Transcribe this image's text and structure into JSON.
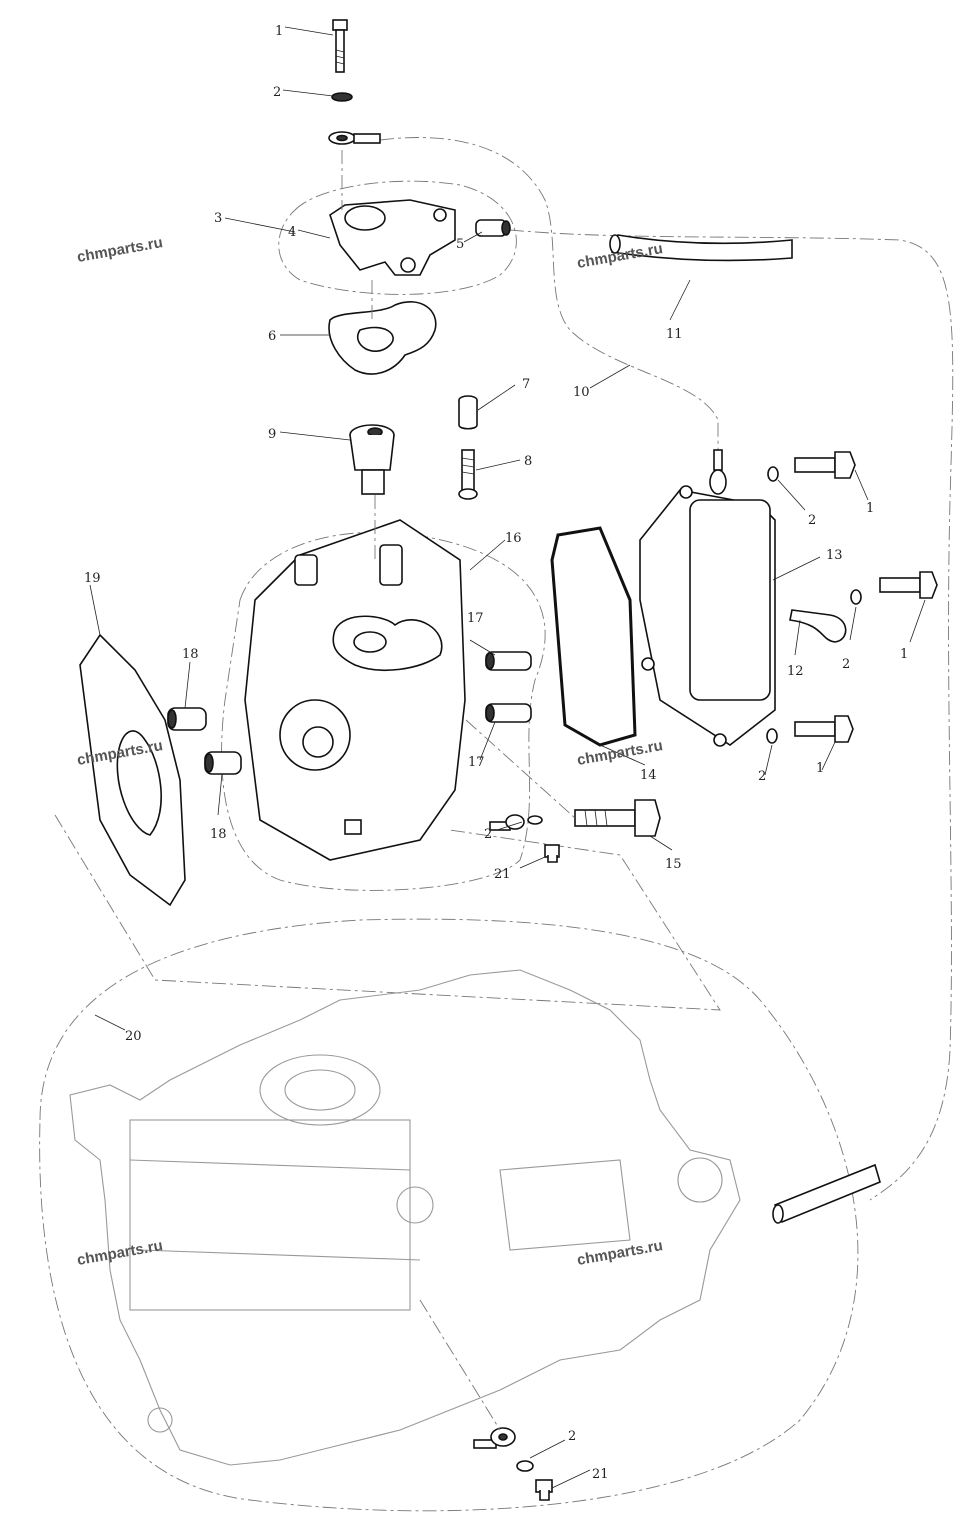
{
  "watermark": "chmparts.ru",
  "callouts": [
    {
      "id": "c1a",
      "label": "1"
    },
    {
      "id": "c2a",
      "label": "2"
    },
    {
      "id": "c3",
      "label": "3"
    },
    {
      "id": "c4",
      "label": "4"
    },
    {
      "id": "c5",
      "label": "5"
    },
    {
      "id": "c11",
      "label": "11"
    },
    {
      "id": "c6",
      "label": "6"
    },
    {
      "id": "c7",
      "label": "7"
    },
    {
      "id": "c10",
      "label": "10"
    },
    {
      "id": "c9",
      "label": "9"
    },
    {
      "id": "c8",
      "label": "8"
    },
    {
      "id": "c1b",
      "label": "1"
    },
    {
      "id": "c2b",
      "label": "2"
    },
    {
      "id": "c16",
      "label": "16"
    },
    {
      "id": "c13",
      "label": "13"
    },
    {
      "id": "c19",
      "label": "19"
    },
    {
      "id": "c18a",
      "label": "18"
    },
    {
      "id": "c17a",
      "label": "17"
    },
    {
      "id": "c12",
      "label": "12"
    },
    {
      "id": "c2c",
      "label": "2"
    },
    {
      "id": "c1c",
      "label": "1"
    },
    {
      "id": "c17b",
      "label": "17"
    },
    {
      "id": "c14",
      "label": "14"
    },
    {
      "id": "c2d",
      "label": "2"
    },
    {
      "id": "c1d",
      "label": "1"
    },
    {
      "id": "c18b",
      "label": "18"
    },
    {
      "id": "c2e",
      "label": "2"
    },
    {
      "id": "c15",
      "label": "15"
    },
    {
      "id": "c21a",
      "label": "21"
    },
    {
      "id": "c20",
      "label": "20"
    },
    {
      "id": "c2f",
      "label": "2"
    },
    {
      "id": "c21b",
      "label": "21"
    }
  ]
}
